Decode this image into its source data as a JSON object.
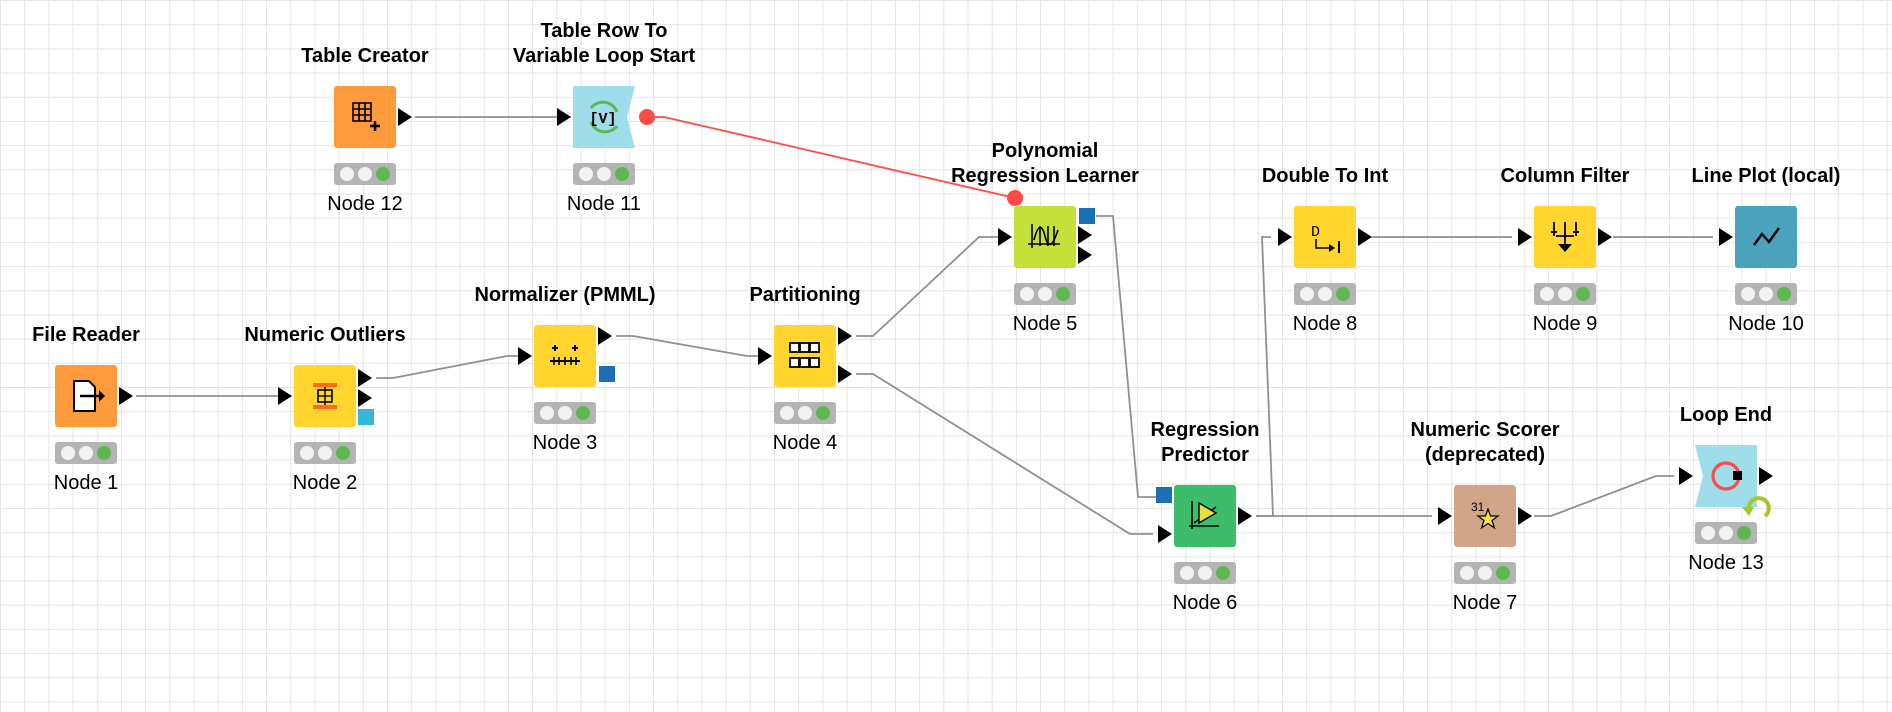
{
  "workflow": {
    "colors": {
      "source": "#ff9a3c",
      "manipulator": "#ffd52e",
      "learner": "#c6e03a",
      "predictor": "#3dbd6c",
      "scorer": "#d2a488",
      "visualizer": "#4aa2bd",
      "flowcontrol": "#9fddea",
      "status_ok": "#5db84f",
      "variable_wire": "#ff4a4a",
      "data_wire": "#909090",
      "model_port": "#1c6fb6",
      "pmml_port": "#36b6d9"
    },
    "nodes": {
      "n1": {
        "title": [
          "File Reader"
        ],
        "label": "Node 1",
        "icon": "file-reader-icon"
      },
      "n2": {
        "title": [
          "Numeric Outliers"
        ],
        "label": "Node 2",
        "icon": "numeric-outliers-icon"
      },
      "n3": {
        "title": [
          "Normalizer (PMML)"
        ],
        "label": "Node 3",
        "icon": "normalizer-icon"
      },
      "n4": {
        "title": [
          "Partitioning"
        ],
        "label": "Node 4",
        "icon": "partitioning-icon"
      },
      "n5": {
        "title": [
          "Polynomial",
          "Regression Learner"
        ],
        "label": "Node 5",
        "icon": "regression-learner-icon"
      },
      "n6": {
        "title": [
          "Regression",
          "Predictor"
        ],
        "label": "Node 6",
        "icon": "regression-predictor-icon"
      },
      "n7": {
        "title": [
          "Numeric Scorer",
          "(deprecated)"
        ],
        "label": "Node 7",
        "icon": "numeric-scorer-icon"
      },
      "n8": {
        "title": [
          "Double To Int"
        ],
        "label": "Node 8",
        "icon": "double-to-int-icon"
      },
      "n9": {
        "title": [
          "Column Filter"
        ],
        "label": "Node 9",
        "icon": "column-filter-icon"
      },
      "n10": {
        "title": [
          "Line Plot (local)"
        ],
        "label": "Node 10",
        "icon": "line-plot-icon"
      },
      "n11": {
        "title": [
          "Table Row To",
          "Variable Loop Start"
        ],
        "label": "Node 11",
        "icon": "loop-start-icon"
      },
      "n12": {
        "title": [
          "Table Creator"
        ],
        "label": "Node 12",
        "icon": "table-creator-icon"
      },
      "n13": {
        "title": [
          "Loop End"
        ],
        "label": "Node 13",
        "icon": "loop-end-icon"
      }
    },
    "icon_glyphs": {
      "n1": "→",
      "n11": "[V]",
      "n7": "31",
      "n8": "D"
    }
  }
}
